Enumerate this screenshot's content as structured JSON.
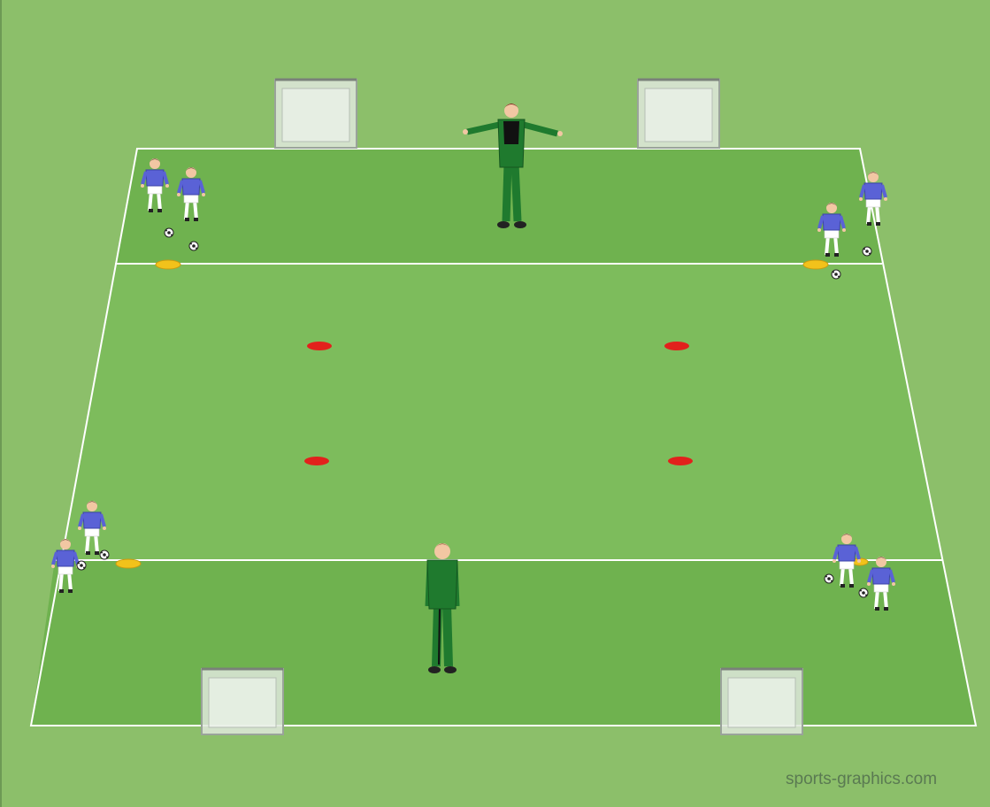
{
  "watermark": "sports-graphics.com",
  "colors": {
    "grass": "#8cbf6a",
    "field": "#79b95a",
    "zone": "#6fb04f",
    "lines": "#ffffff",
    "player_shirt": "#5a62d6",
    "player_shorts": "#ffffff",
    "coach_tracksuit": "#1f7a2e",
    "red_marker": "#e2211c",
    "yellow_cone": "#f2c21b",
    "goal_net": "#dfe8dc"
  },
  "elements": {
    "goals": [
      "small-goal",
      "small-goal",
      "small-goal",
      "small-goal"
    ],
    "red_markers": 4,
    "yellow_cones": 4,
    "player_groups": 4,
    "players_per_group": 2,
    "coaches": 2
  }
}
